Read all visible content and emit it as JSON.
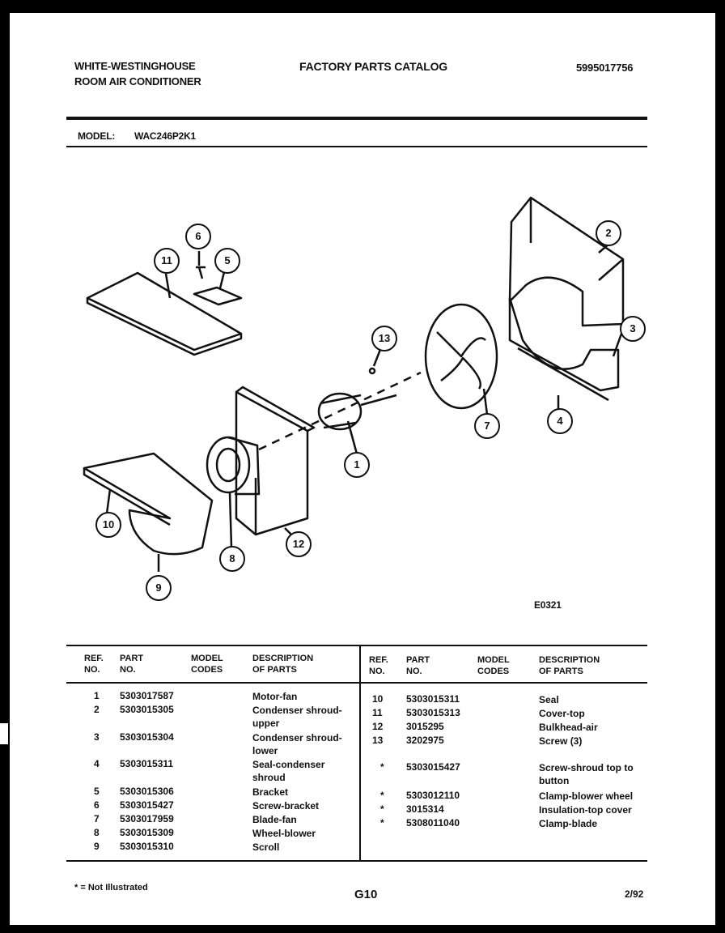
{
  "header": {
    "brand_line1": "WHITE-WESTINGHOUSE",
    "brand_line2": "ROOM AIR CONDITIONER",
    "catalog_title": "FACTORY PARTS CATALOG",
    "catalog_number": "5995017756",
    "model_label": "MODEL:",
    "model_value": "WAC246P2K1"
  },
  "diagram": {
    "code": "E0321",
    "callouts": [
      "1",
      "2",
      "3",
      "4",
      "5",
      "6",
      "7",
      "8",
      "9",
      "10",
      "11",
      "12",
      "13"
    ]
  },
  "table": {
    "headers": {
      "ref_no": [
        "REF.",
        "NO."
      ],
      "part_no": [
        "PART",
        "NO."
      ],
      "model_codes": [
        "MODEL",
        "CODES"
      ],
      "description": [
        "DESCRIPTION",
        "OF PARTS"
      ]
    },
    "left_rows": [
      {
        "ref": "1",
        "part": "5303017587",
        "desc": "Motor-fan"
      },
      {
        "ref": "2",
        "part": "5303015305",
        "desc": "Condenser shroud-upper"
      },
      {
        "ref": "3",
        "part": "5303015304",
        "desc": "Condenser shroud-lower"
      },
      {
        "ref": "4",
        "part": "5303015311",
        "desc": "Seal-condenser shroud"
      },
      {
        "ref": "5",
        "part": "5303015306",
        "desc": "Bracket"
      },
      {
        "ref": "6",
        "part": "5303015427",
        "desc": "Screw-bracket"
      },
      {
        "ref": "7",
        "part": "5303017959",
        "desc": "Blade-fan"
      },
      {
        "ref": "8",
        "part": "5303015309",
        "desc": "Wheel-blower"
      },
      {
        "ref": "9",
        "part": "5303015310",
        "desc": "Scroll"
      }
    ],
    "right_rows": [
      {
        "ref": "10",
        "part": "5303015311",
        "desc": "Seal"
      },
      {
        "ref": "11",
        "part": "5303015313",
        "desc": "Cover-top"
      },
      {
        "ref": "12",
        "part": "3015295",
        "desc": "Bulkhead-air"
      },
      {
        "ref": "13",
        "part": "3202975",
        "desc": "Screw (3)"
      },
      {
        "ref": "*",
        "part": "5303015427",
        "desc": "Screw-shroud top to button"
      },
      {
        "ref": "*",
        "part": "5303012110",
        "desc": "Clamp-blower wheel"
      },
      {
        "ref": "*",
        "part": "3015314",
        "desc": "Insulation-top cover"
      },
      {
        "ref": "*",
        "part": "5308011040",
        "desc": "Clamp-blade"
      }
    ]
  },
  "footer": {
    "note": "* = Not Illustrated",
    "page_code": "G10",
    "date": "2/92"
  }
}
